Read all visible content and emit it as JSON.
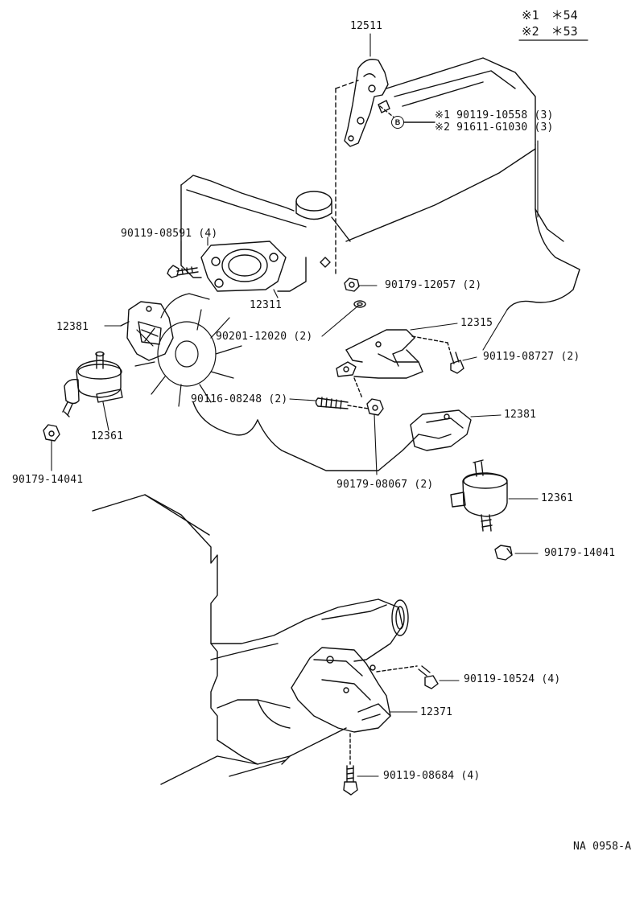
{
  "legend": {
    "row1_mark": "※1",
    "row1_value": "＊54",
    "row2_mark": "※2",
    "row2_value": "＊53"
  },
  "circle_label": "B",
  "parts": {
    "p12511": "12511",
    "p90119_10558": "※1  90119-10558 (3)",
    "p91611_G1030": "※2  91611-G1030 (3)",
    "p90119_08591": "90119-08591 (4)",
    "p12311": "12311",
    "p90179_12057": "90179-12057 (2)",
    "p12381_left": "12381",
    "p90201_12020": "90201-12020 (2)",
    "p12315": "12315",
    "p90119_08727": "90119-08727 (2)",
    "p12361_left": "12361",
    "p90116_08248": "90116-08248 (2)",
    "p12381_right": "12381",
    "p90179_14041_left": "90179-14041",
    "p90179_08067": "90179-08067 (2)",
    "p12361_right": "12361",
    "p90179_14041_right": "90179-14041",
    "p90119_10524": "90119-10524 (4)",
    "p12371": "12371",
    "p90119_08684": "90119-08684 (4)"
  },
  "diagram_code": "NA 0958-A"
}
